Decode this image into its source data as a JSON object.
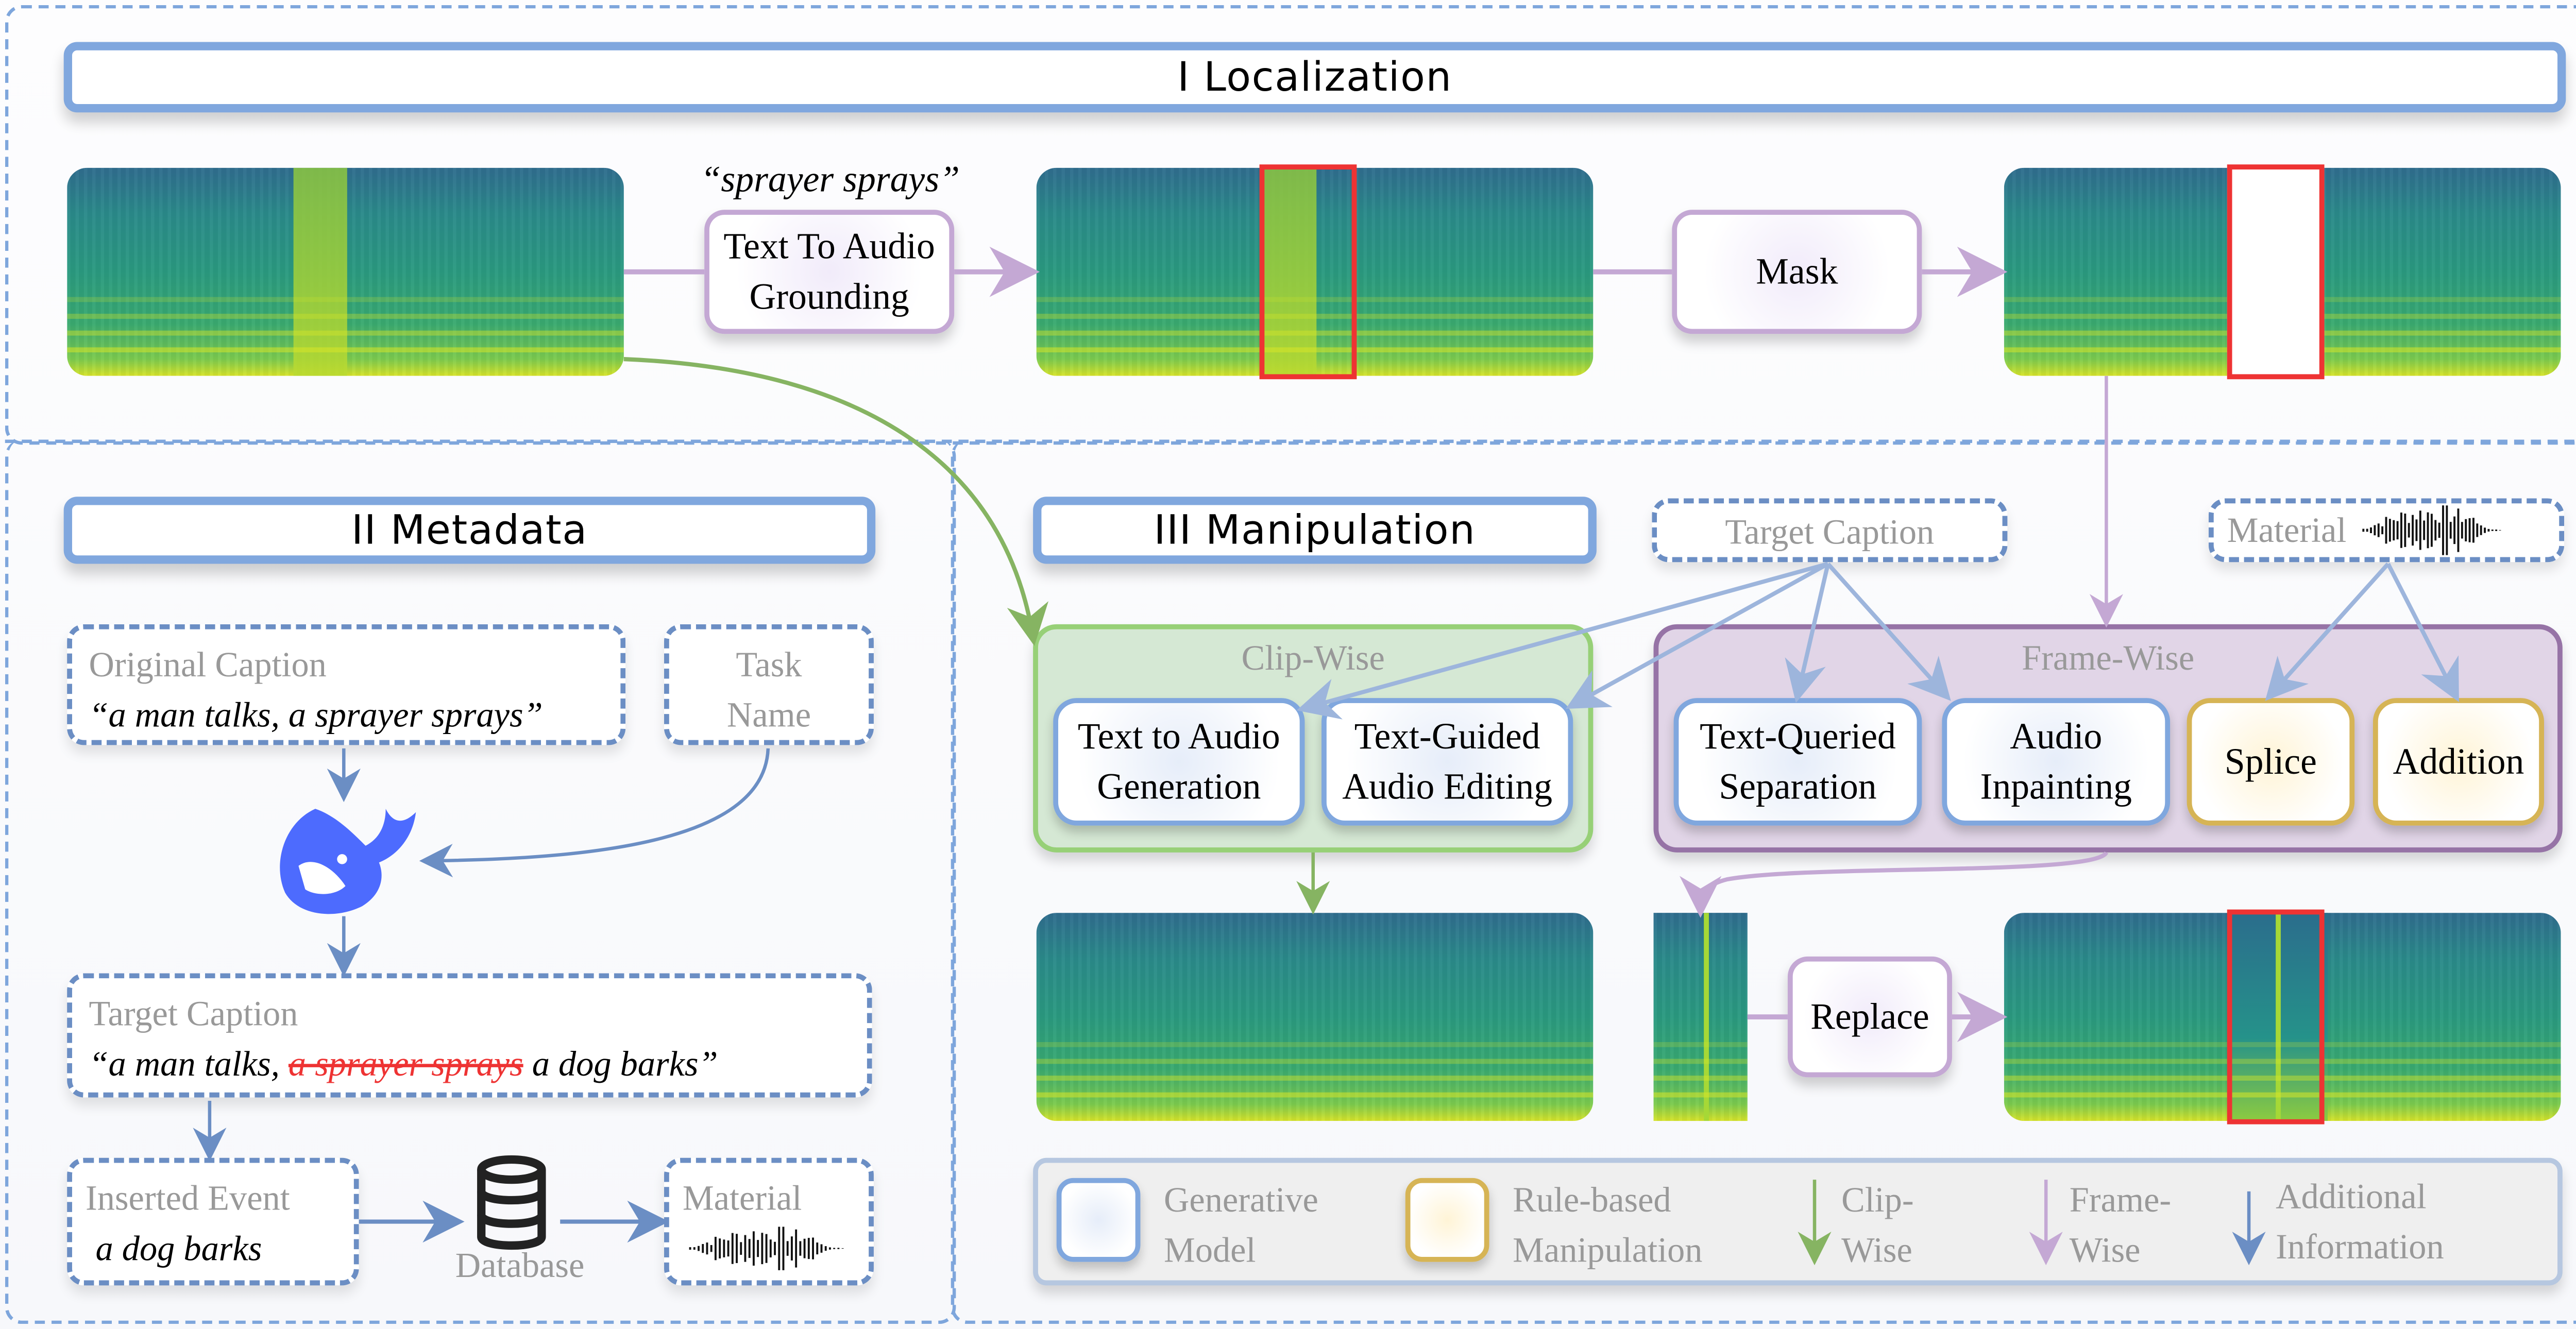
{
  "sections": {
    "localization": {
      "title": "I Localization"
    },
    "metadata": {
      "title": "II Metadata"
    },
    "manipulation": {
      "title": "III Manipulation"
    }
  },
  "localization": {
    "query_text": "“sprayer sprays”",
    "grounding_box": "Text To Audio\nGrounding",
    "grounding_line1": "Text To Audio",
    "grounding_line2": "Grounding",
    "mask_box": "Mask"
  },
  "metadata": {
    "original_caption": {
      "label": "Original Caption",
      "value": "“a man talks, a sprayer sprays”"
    },
    "task_name": {
      "line1": "Task",
      "line2": "Name"
    },
    "llm_icon": "whale-icon",
    "target_caption": {
      "label": "Target Caption",
      "prefix": "“a man talks, ",
      "removed": "a sprayer sprays",
      "inserted": " a dog barks”"
    },
    "inserted_event": {
      "label": "Inserted Event",
      "value": "a dog barks"
    },
    "database": {
      "label": "Database",
      "icon": "database-icon"
    },
    "material": {
      "label": "Material",
      "icon": "waveform-icon"
    }
  },
  "manipulation": {
    "target_caption_label": "Target Caption",
    "material_label": "Material",
    "clip_wise": {
      "label": "Clip-Wise",
      "models": [
        {
          "line1": "Text to Audio",
          "line2": "Generation",
          "kind": "generative"
        },
        {
          "line1": "Text-Guided",
          "line2": "Audio Editing",
          "kind": "generative"
        }
      ]
    },
    "frame_wise": {
      "label": "Frame-Wise",
      "models": [
        {
          "line1": "Text-Queried",
          "line2": "Separation",
          "kind": "generative"
        },
        {
          "line1": "Audio",
          "line2": "Inpainting",
          "kind": "generative"
        },
        {
          "line1": "Splice",
          "line2": "",
          "kind": "rule-based"
        },
        {
          "line1": "Addition",
          "line2": "",
          "kind": "rule-based"
        }
      ]
    },
    "replace_box": "Replace"
  },
  "legend": {
    "items": [
      {
        "line1": "Generative",
        "line2": "Model",
        "symbol": "generative-box"
      },
      {
        "line1": "Rule-based",
        "line2": "Manipulation",
        "symbol": "rule-box"
      },
      {
        "line1": "Clip-",
        "line2": "Wise",
        "symbol": "green-arrow"
      },
      {
        "line1": "Frame-",
        "line2": "Wise",
        "symbol": "purple-arrow"
      },
      {
        "line1": "Additional",
        "line2": "Information",
        "symbol": "blue-arrow"
      }
    ]
  },
  "colors": {
    "section_border": "#7ea6dc",
    "generative_border": "#80a7de",
    "rule_border": "#d6b455",
    "clip_wise": "#86b462",
    "frame_wise": "#c4a8d4",
    "additional_info": "#6b8ec4",
    "highlight_red": "#ee3333",
    "clip_group_fill": "#d5e8d4",
    "frame_group_fill": "#e1d5e7",
    "frame_group_border": "#9673a6",
    "llm_icon": "#4d6bfe"
  }
}
